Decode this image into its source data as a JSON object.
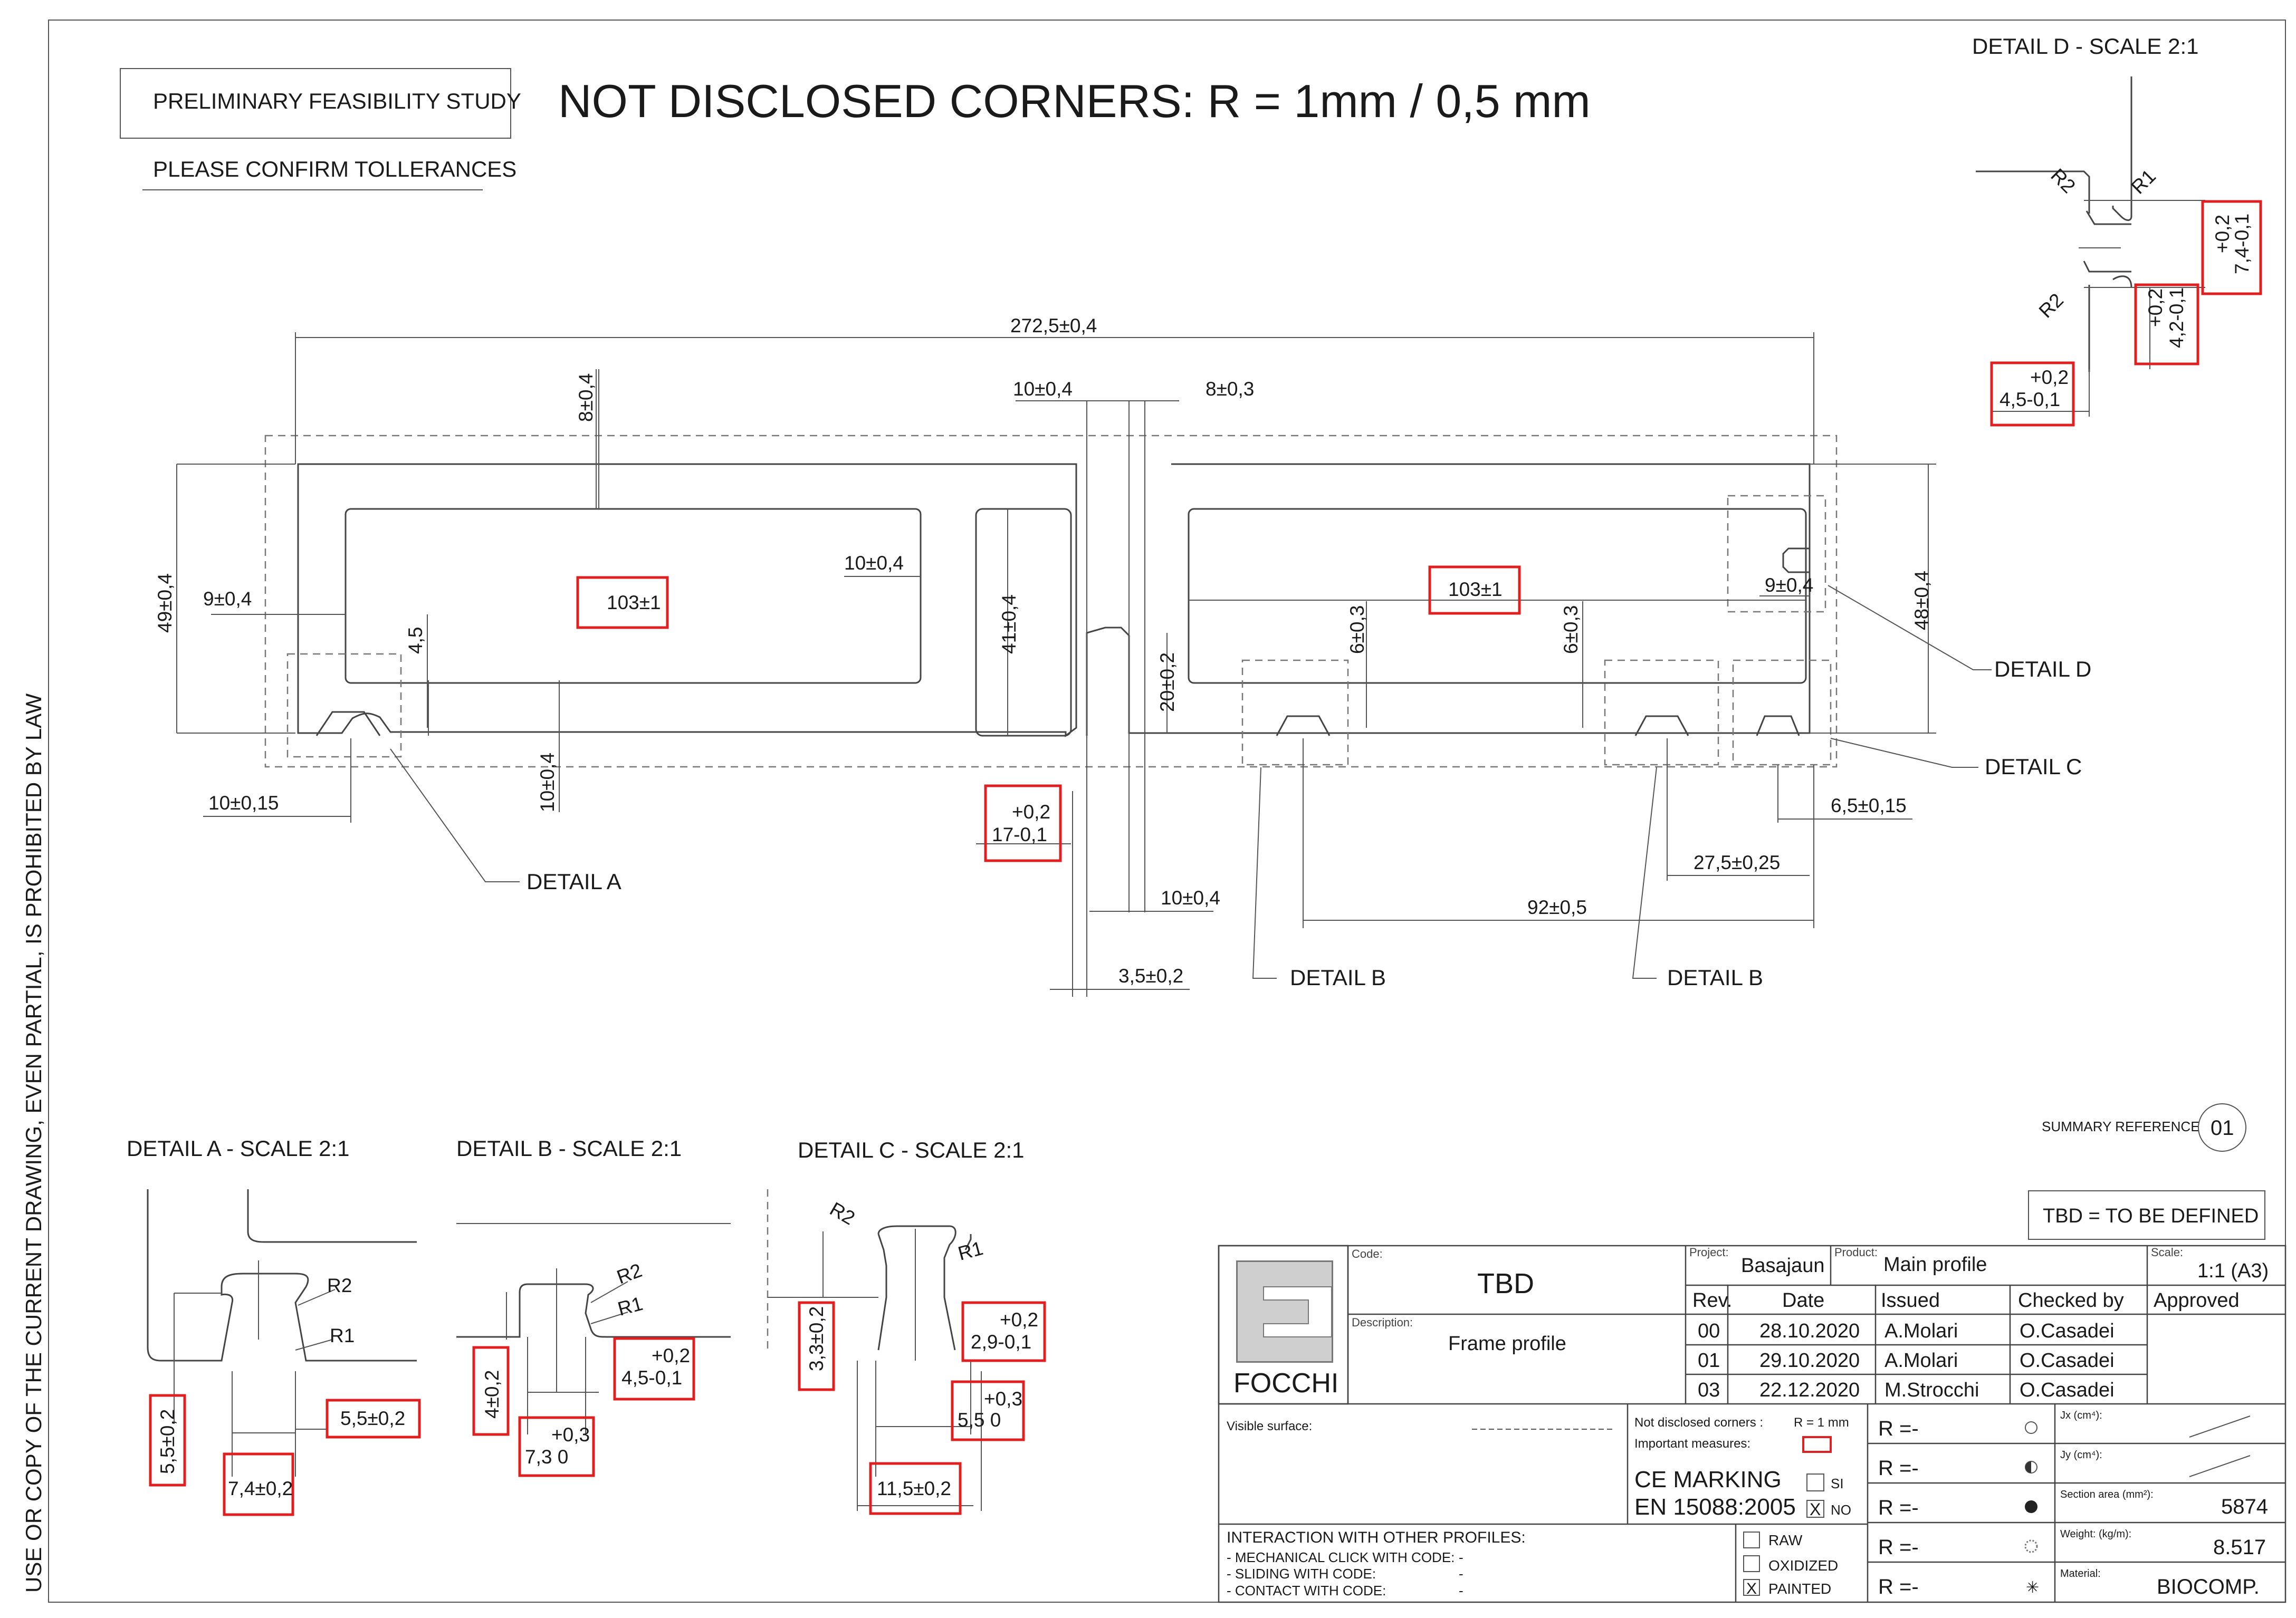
{
  "header": {
    "study_label": "PRELIMINARY FEASIBILITY STUDY",
    "confirm_label": "PLEASE CONFIRM TOLLERANCES",
    "corners_title": "NOT DISCLOSED CORNERS: R = 1mm / 0,5 mm"
  },
  "side_notice": "USE OR COPY OF THE CURRENT DRAWING, EVEN PARTIAL, IS PROHIBITED BY LAW",
  "main_dims": {
    "overall_width": "272,5±0,4",
    "d_8_04": "8±0,4",
    "d_10_04_top": "10±0,4",
    "d_8_03": "8±0,3",
    "d_49_04": "49±0,4",
    "d_9_04_left": "9±0,4",
    "d_45": "4,5",
    "d_103_left": "103±1",
    "d_10_04_mid": "10±0,4",
    "d_41_04": "41±0,4",
    "d_103_right": "103±1",
    "d_6_03_a": "6±0,3",
    "d_6_03_b": "6±0,3",
    "d_9_04_right": "9±0,4",
    "d_48_04": "48±0,4",
    "d_20_02": "20±0,2",
    "d_10_04_vert": "10±0,4",
    "d_10_015": "10±0,15",
    "d_17_tol_top": "+0,2",
    "d_17_tol_bottom": "17-0,1",
    "d_65_015": "6,5±0,15",
    "d_275_025": "27,5±0,25",
    "d_10_04_bottom": "10±0,4",
    "d_92_05": "92±0,5",
    "d_35_02": "3,5±0,2"
  },
  "detail_labels": {
    "a": "DETAIL A",
    "b1": "DETAIL B",
    "b2": "DETAIL B",
    "c": "DETAIL C",
    "d": "DETAIL D"
  },
  "detail_d": {
    "title": "DETAIL D - SCALE 2:1",
    "r2_top": "R2",
    "r1": "R1",
    "r2_bottom": "R2",
    "tol_74_top": "+0,2",
    "tol_74_bottom": "7,4-0,1",
    "tol_42_top": "+0,2",
    "tol_42_bottom": "4,2-0,1",
    "tol_45_top": "+0,2",
    "tol_45_bottom": "4,5-0,1"
  },
  "detail_a": {
    "title": "DETAIL A - SCALE 2:1",
    "r2": "R2",
    "r1": "R1",
    "d_55": "5,5±0,2",
    "d_55_h": "5,5±0,2",
    "d_74": "7,4±0,2"
  },
  "detail_b": {
    "title": "DETAIL B - SCALE 2:1",
    "r2": "R2",
    "r1": "R1",
    "d_4": "4±0,2",
    "tol_45_top": "+0,2",
    "tol_45_bottom": "4,5-0,1",
    "tol_73_top": "+0,3",
    "tol_73_bottom": "7,3 0"
  },
  "detail_c": {
    "title": "DETAIL C - SCALE 2:1",
    "r2": "R2",
    "r1": "R1",
    "d_33": "3,3±0,2",
    "tol_29_top": "+0,2",
    "tol_29_bottom": "2,9-0,1",
    "tol_55_top": "+0,3",
    "tol_55_bottom": "5,5 0",
    "d_115": "11,5±0,2"
  },
  "summary": {
    "label": "SUMMARY REFERENCE",
    "number": "01"
  },
  "tbd_note": "TBD = TO BE DEFINED",
  "title_block": {
    "logo_text": "FOCCHI",
    "code_caption": "Code:",
    "code_value": "TBD",
    "description_caption": "Description:",
    "description_value": "Frame profile",
    "project_caption": "Project:",
    "project_value": "Basajaun",
    "product_caption": "Product:",
    "product_value": "Main profile",
    "scale_caption": "Scale:",
    "scale_value": "1:1 (A3)",
    "rev_headers": [
      "Rev.",
      "Date",
      "Issued",
      "Checked by",
      "Approved"
    ],
    "revisions": [
      {
        "rev": "00",
        "date": "28.10.2020",
        "issued": "A.Molari",
        "checked": "O.Casadei",
        "approved": ""
      },
      {
        "rev": "01",
        "date": "29.10.2020",
        "issued": "A.Molari",
        "checked": "O.Casadei",
        "approved": ""
      },
      {
        "rev": "03",
        "date": "22.12.2020",
        "issued": "M.Strocchi",
        "checked": "O.Casadei",
        "approved": ""
      }
    ],
    "visible_surface_caption": "Visible surface:",
    "not_disclosed_caption": "Not disclosed corners :",
    "not_disclosed_value": "R = 1 mm",
    "important_caption": "Important measures:",
    "ce_marking": "CE MARKING",
    "en_norm": "EN 15088:2005",
    "si_label": "SI",
    "no_label": "NO",
    "interaction_title": "INTERACTION WITH OTHER PROFILES:",
    "interaction_lines": [
      "- MECHANICAL CLICK WITH CODE:",
      "- SLIDING WITH CODE:",
      "- CONTACT WITH CODE:"
    ],
    "interaction_values": [
      "-",
      "-",
      "-"
    ],
    "finish_options": [
      "RAW",
      "OXIDIZED",
      "PAINTED"
    ],
    "finish_selected_mark": "X",
    "no_selected_mark": "X",
    "r_rows": [
      "R =-",
      "R =-",
      "R =-",
      "R =-",
      "R =-"
    ],
    "jx_caption": "Jx (cm⁴):",
    "jy_caption": "Jy (cm⁴):",
    "area_caption": "Section area (mm²):",
    "area_value": "5874",
    "weight_caption": "Weight: (kg/m):",
    "weight_value": "8.517",
    "material_caption": "Material:",
    "material_value": "BIOCOMP."
  }
}
